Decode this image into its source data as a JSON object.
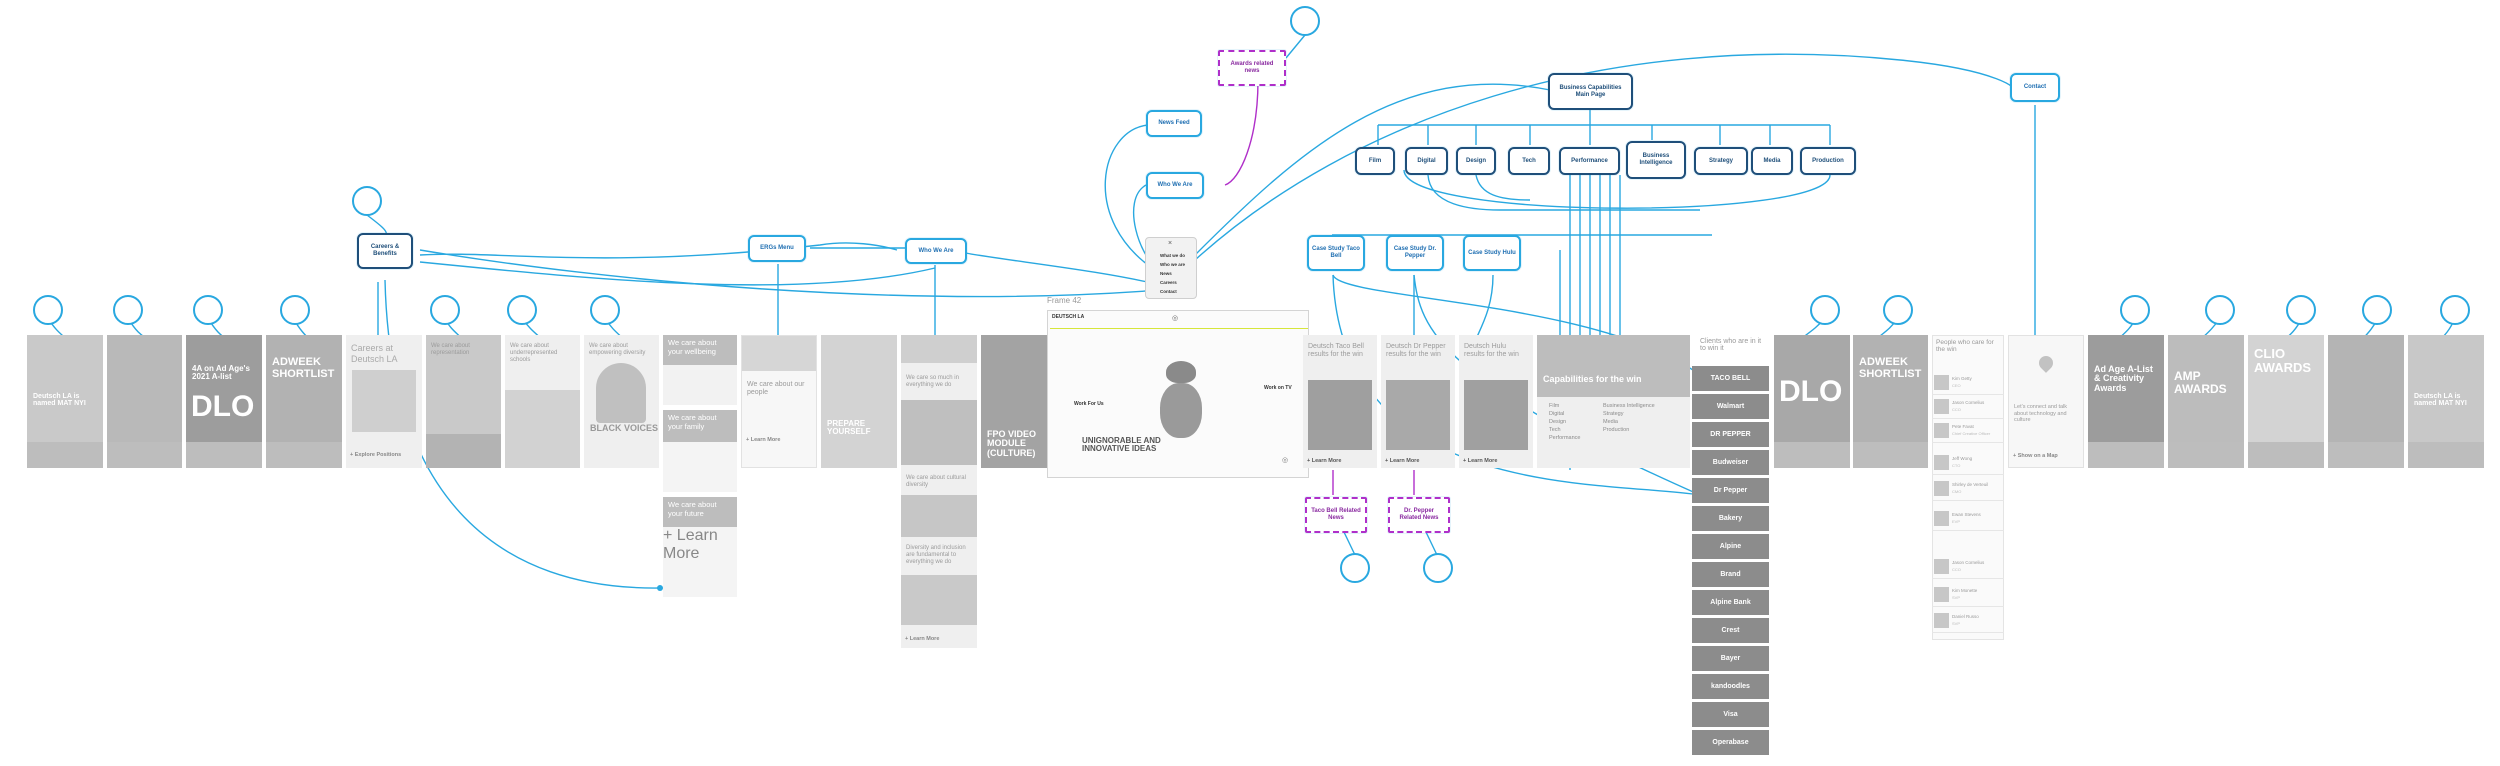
{
  "flow_nodes": {
    "awards_related_news": "Awards related news",
    "news_feed": "News Feed",
    "who_we_are": "Who We Are",
    "ergs_menu": "ERGs Menu",
    "who_we_are_2": "Who We Are",
    "careers_benefits": "Careers & Benefits",
    "business_capabilities": "Business Capabilities Main Page",
    "contact": "Contact",
    "film": "Film",
    "digital": "Digital",
    "design": "Design",
    "tech": "Tech",
    "performance": "Performance",
    "business_intelligence": "Business Intelligence",
    "strategy": "Strategy",
    "media": "Media",
    "production": "Production",
    "case_study_taco_bell": "Case Study Taco Bell",
    "case_study_dr_pepper": "Case Study Dr. Pepper",
    "case_study_hulu": "Case Study Hulu",
    "taco_bell_related_news": "Taco Bell Related News",
    "dr_pepper_related_news": "Dr. Pepper Related News"
  },
  "menu_items": [
    "What we do",
    "Who we are",
    "News",
    "Careers",
    "Contact"
  ],
  "frame_label": "Frame 42",
  "hero": {
    "brand": "DEUTSCH LA",
    "tagline": "UNIGNORABLE AND INNOVATIVE IDEAS",
    "left_note": "Work For Us",
    "right_note": "Work on TV"
  },
  "cards": {
    "c1_big": "Deutsch LA is named MAT NYI",
    "c3_big": "4A on Ad Age's 2021 A-list",
    "c4_big": "ADWEEK SHORTLIST",
    "c5_big": "Careers at Deutsch LA",
    "c5_link": "+ Explore Positions",
    "c6_small": "We care about representation",
    "c7_small": "We care about underrepresented schools",
    "c8_small": "We care about empowering diversity",
    "c8_big": "BLACK VOICES",
    "erg_people": "We care about our people",
    "erg_learn": "+ Learn More",
    "c11_big": "PREPARE YOURSELF",
    "c12_small": "We care so much in everything we do",
    "c12_mid": "We care about cultural diversity",
    "c12_text": "Diversity and inclusion are fundamental to everything we do",
    "c12_link": "+ Learn More",
    "c13_big": "FPO VIDEO MODULE (CULTURE)",
    "taco_text": "Deutsch Taco Bell results for the win",
    "pepper_text": "Deutsch Dr Pepper results for the win",
    "hulu_text": "Deutsch Hulu results for the win",
    "cs_learn": "+ Learn More",
    "cap_big": "Capabilities for the win",
    "clients_title": "Clients who are in it to win it",
    "people_title": "People who care for the win",
    "contact_text": "Let's connect and talk about technology and culture",
    "contact_link": "+ Show on a Map",
    "adage_big": "Ad Age A-List & Creativity Awards",
    "amp_big": "AMP AWARDS",
    "clio_big": "CLIO AWARDS",
    "last_big": "Deutsch LA is named MAT NYI"
  },
  "wellbeing": {
    "s1": "We care about your wellbeing",
    "s2": "We care about your family",
    "s3": "We care about your future",
    "link": "+ Learn More"
  },
  "capability_links": [
    "Film",
    "Digital",
    "Design",
    "Tech",
    "Performance",
    "Business Intelligence",
    "Strategy",
    "Media",
    "Production"
  ],
  "client_logos": [
    "TACO BELL",
    "Walmart",
    "DR PEPPER",
    "Budweiser",
    "Dr Pepper",
    "Bakery",
    "Alpine",
    "Brand",
    "Alpine Bank",
    "Crest",
    "Bayer",
    "kandoodles",
    "Visa",
    "Operabase"
  ],
  "people": [
    {
      "name": "Kim Getty",
      "role": "CEO"
    },
    {
      "name": "Jason Cornelius",
      "role": "CCO"
    },
    {
      "name": "Pete Favat",
      "role": "Chief Creative Officer"
    },
    {
      "name": "Jeff Wong",
      "role": "CTO"
    },
    {
      "name": "Shirley de Verteuil",
      "role": "CMO"
    },
    {
      "name": "Ewan Stevens",
      "role": "EVP"
    },
    {
      "name": "Jason Cornelius",
      "role": "CCO"
    },
    {
      "name": "Kim Monette",
      "role": "SVP"
    },
    {
      "name": "Daniel Russo",
      "role": "SVP"
    }
  ],
  "colors": {
    "connector": "#29a8e0",
    "dark_node": "#1f4f7a",
    "dashed_node": "#b02fc9",
    "card_gray": "#dedede"
  }
}
